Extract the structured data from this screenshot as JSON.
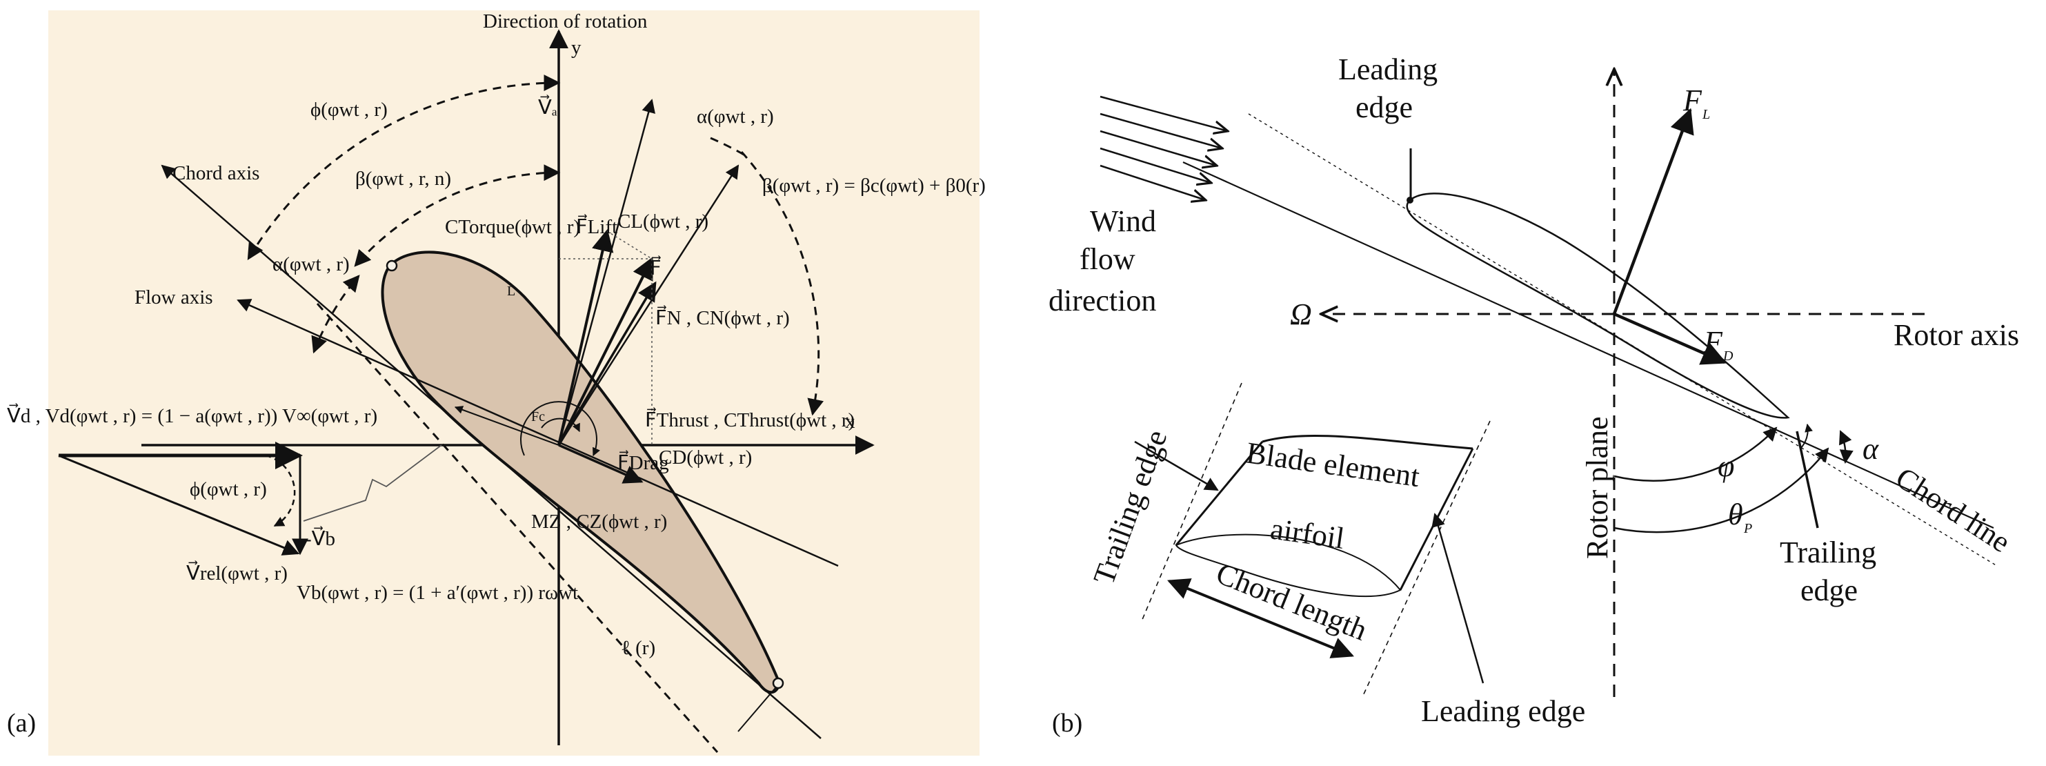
{
  "panel_a": {
    "tag": "(a)",
    "background": "#fbf1df",
    "airfoil_fill": "#d9c4ae",
    "labels": {
      "direction_of_rotation": "Direction of rotation",
      "y_axis": "y",
      "x_axis": "x",
      "vb_vec": "V⃗ₐ",
      "phi": "ϕ(φwt , r)",
      "alpha_top": "α(φwt , r)",
      "chord_axis": "Chord axis",
      "beta_n": "β(φwt , r, n)",
      "beta_eq": "β(φwt , r) = βc(φwt) + β0(r)",
      "c_torque": "CTorque(ϕwt , r)",
      "f_lift": "F⃗Lift",
      "c_l": "CL(ϕwt , r)",
      "f_vec": "F⃗",
      "alpha_left": "α(φwt , r)",
      "flow_axis": "Flow axis",
      "f_n": "F⃗N , CN(ϕwt , r)",
      "vd_eq": "V⃗d , Vd(φwt , r) = (1 − a(φwt , r)) V∞(φwt , r)",
      "f_thrust": "F⃗Thrust , CThrust(ϕwt , r)",
      "f_drag": "F⃗Drag",
      "c_d": "CD(ϕwt , r)",
      "phi_tri": "ϕ(φwt , r)",
      "minus_vb": "-V⃗b",
      "vrel": "V⃗rel(φwt , r)",
      "mz": "MZ , CZ(ϕwt , r)",
      "vb_eq": "Vb(φwt , r) = (1 + a′(φwt , r)) rωwt",
      "chord_len": "ℓ (r)",
      "fc": "Fc",
      "l_mark": "L"
    }
  },
  "panel_b": {
    "tag": "(b)",
    "labels": {
      "leading_edge_top": "Leading\nedge",
      "f_l": "FL",
      "wind_flow": "Wind\nflow\ndirection",
      "omega": "Ω",
      "f_d": "FD",
      "rotor_axis": "Rotor axis",
      "trailing_edge_left": "Trailing edge",
      "blade_element": "Blade element",
      "airfoil": "airfoil",
      "chord_length": "Chord length",
      "leading_edge_bottom": "Leading edge",
      "rotor_plane": "Rotor plane",
      "phi_angle": "φ",
      "theta_p": "θP",
      "alpha_angle": "α",
      "chord_line": "Chord line",
      "trailing_edge_right": "Trailing\nedge"
    }
  },
  "colors": {
    "ink": "#111111"
  }
}
